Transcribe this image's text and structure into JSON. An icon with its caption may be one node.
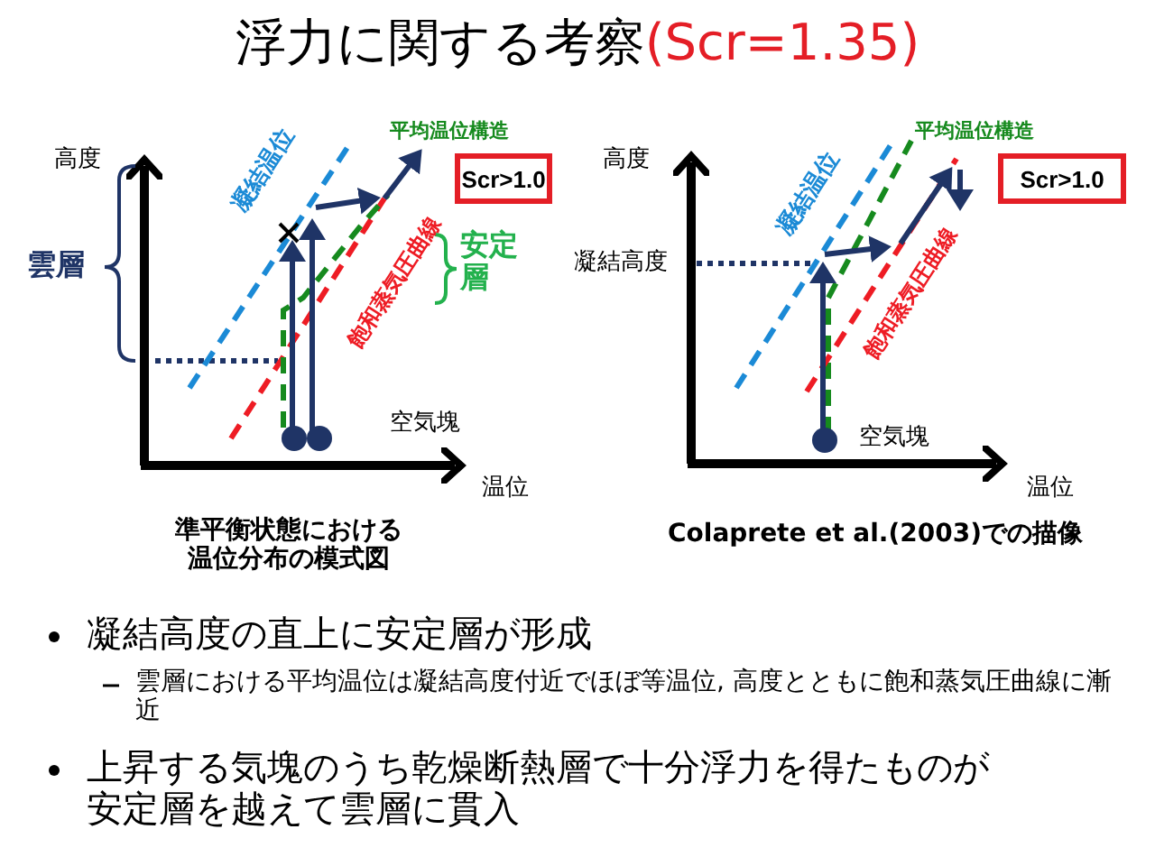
{
  "diagram": {
    "title": "浮力に関する考察",
    "nodes": [
      {
        "text": [
          "Scr>1.0"
        ]
      },
      {
        "text": [
          "Scr>1.0"
        ]
      }
    ],
    "labels": [
      "(Scr=1.35)",
      "高度",
      "雲層",
      "凝結温位",
      "平均温位構造",
      "飽和蒸気圧曲線",
      "安定層",
      "空気塊",
      "温位",
      "準平衡状態における温位分布の模式図",
      "高度",
      "凝結高度",
      "凝結温位",
      "平均温位構造",
      "飽和蒸気圧曲線",
      "空気塊",
      "温位",
      "Colaprete et al.(2003)での描像",
      "凝結高度の直上に安定層が形成",
      "雲層における平均温位は凝結高度付近でほぼ等温位, 高度とともに飽和蒸気圧曲線に漸近",
      "上昇する気塊のうち乾燥断熱層で十分浮力を得たものが安定層を越えて雲層に貫入"
    ]
  }
}
